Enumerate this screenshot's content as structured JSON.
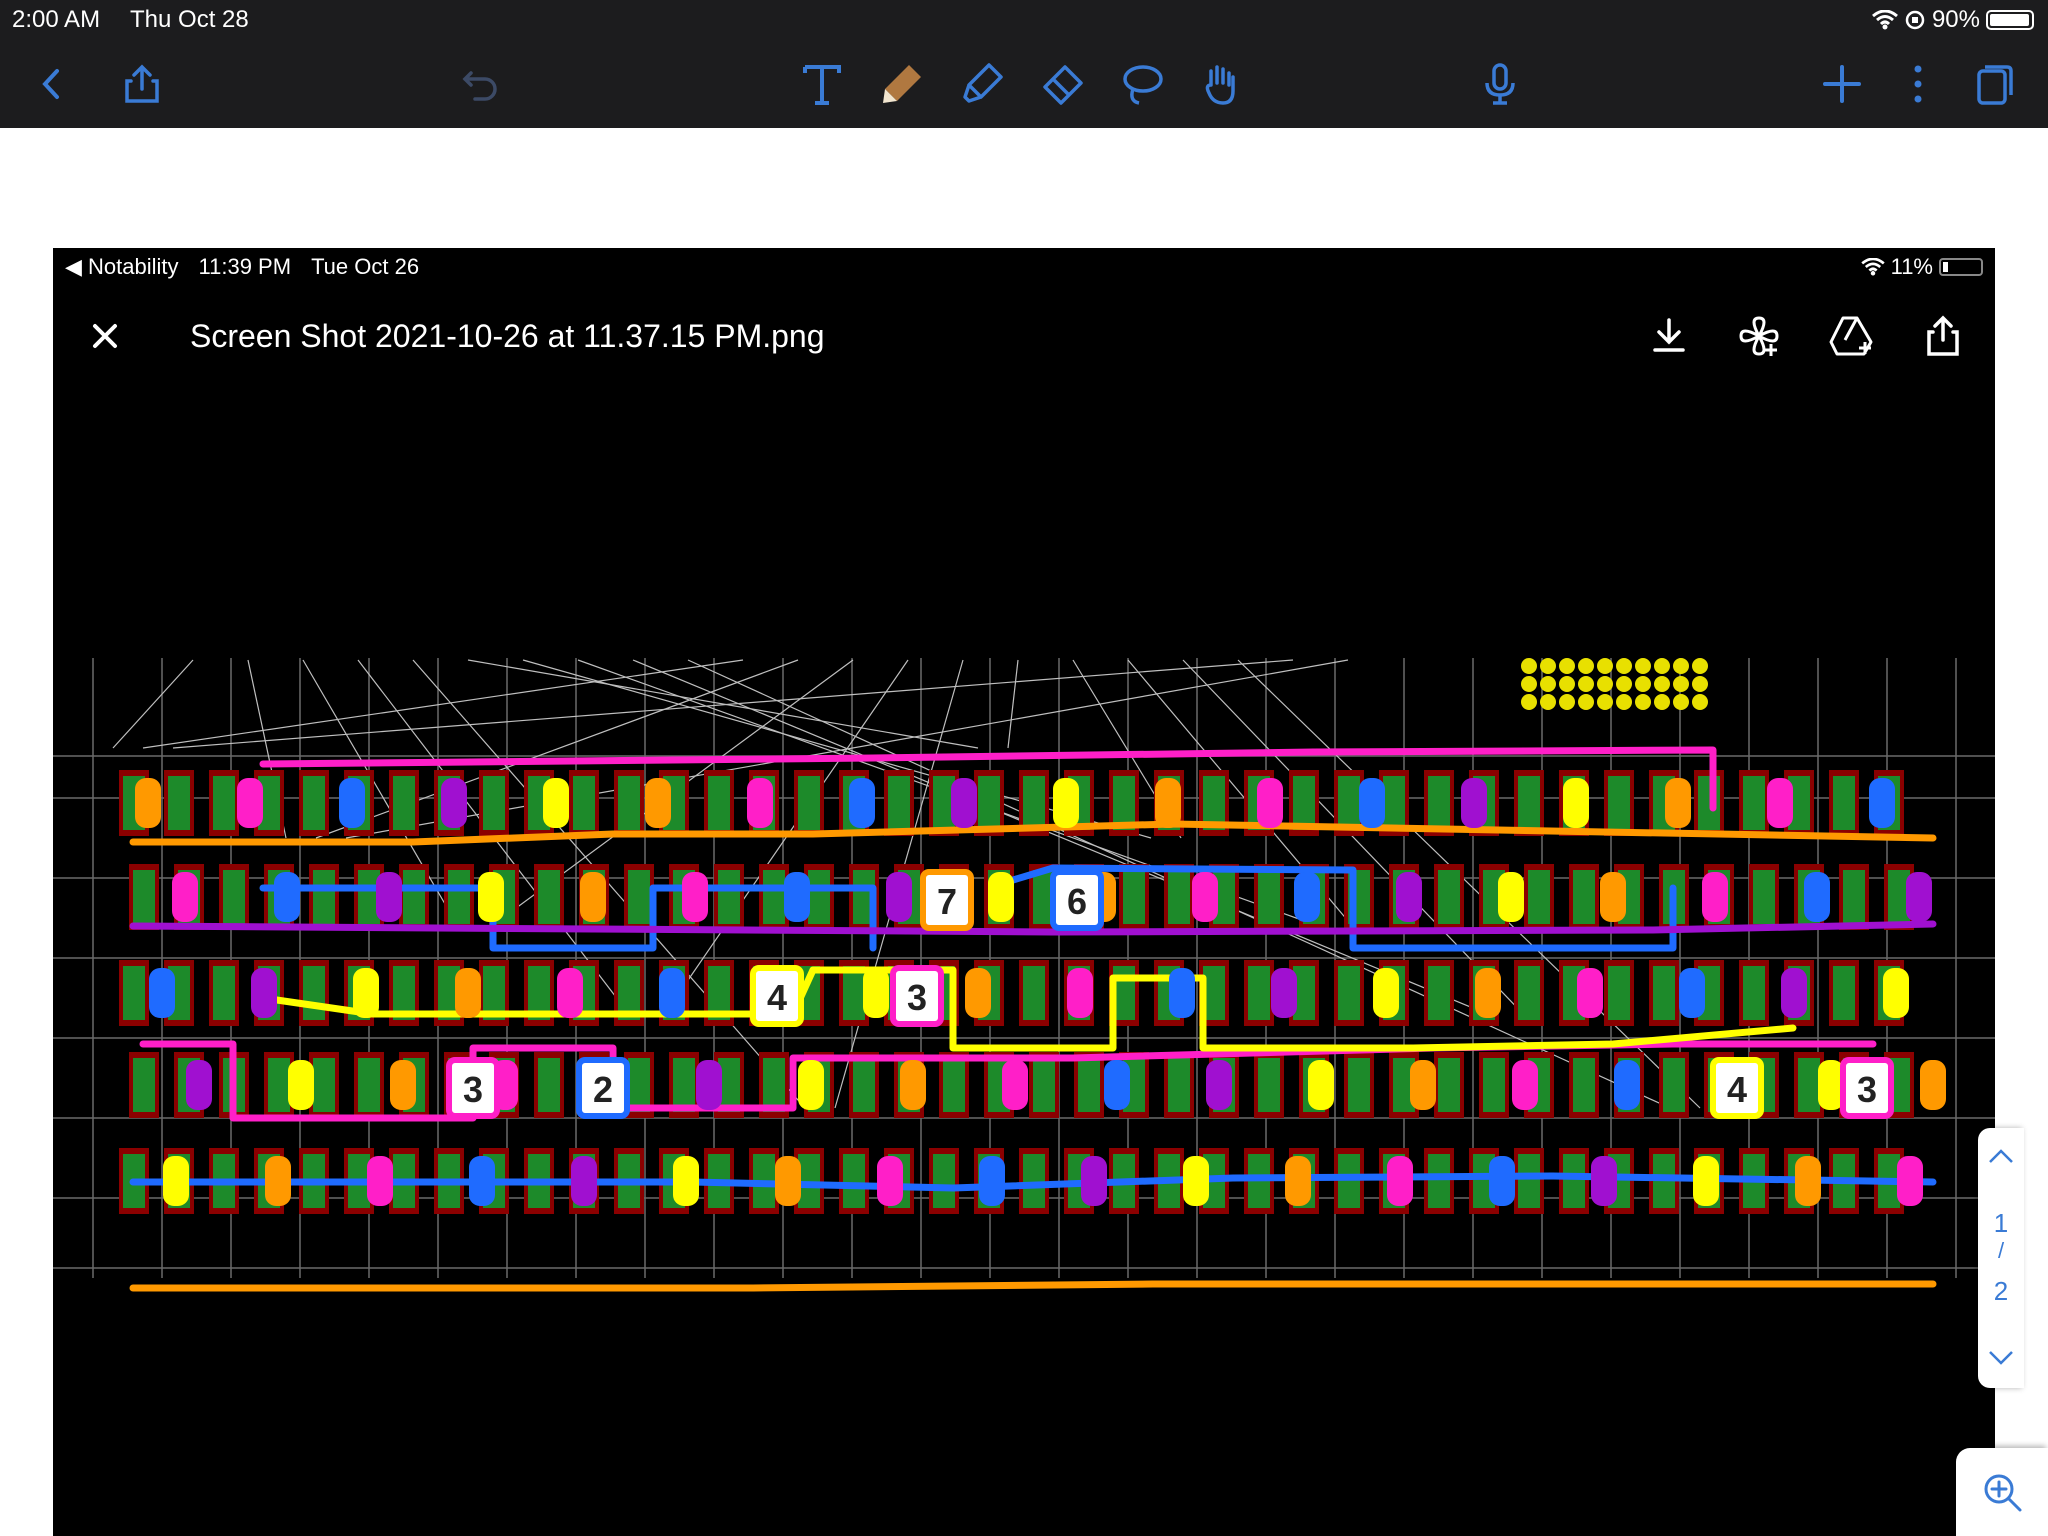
{
  "status_bar": {
    "time": "2:00 AM",
    "date": "Thu Oct 28",
    "battery": "90%",
    "battery_level": 0.9
  },
  "toolbar": {
    "icons": [
      "chevron-left-icon",
      "share-icon",
      "undo-icon",
      "text-tool-icon",
      "pencil-icon",
      "highlighter-icon",
      "eraser-icon",
      "lasso-icon",
      "hand-icon",
      "microphone-icon",
      "plus-icon",
      "more-icon",
      "pages-icon"
    ]
  },
  "screenshot": {
    "status_bar": {
      "app": "◀ Notability",
      "time": "11:39 PM",
      "date": "Tue Oct 26",
      "battery": "11%",
      "battery_level": 0.11
    },
    "viewer": {
      "filename": "Screen Shot 2021-10-26 at 11.37.15 PM.png",
      "icons": [
        "close-icon",
        "download-icon",
        "add-to-photos-icon",
        "add-to-drive-icon",
        "share-icon"
      ]
    },
    "annotations": [
      "7",
      "6",
      "4",
      "3",
      "3",
      "2",
      "4",
      "3"
    ]
  },
  "pager": {
    "current": "1",
    "separator": "/",
    "total": "2"
  },
  "colors": {
    "toolbar_bg": "#1c1c1e",
    "accent": "#3a7bd5",
    "pcb_green": "#1d8a2a",
    "pad_red": "#8b0000",
    "orange": "#ff9900",
    "magenta": "#ff1fc8",
    "blue": "#1f6bff",
    "purple": "#a010d0",
    "yellow": "#ffff00"
  }
}
